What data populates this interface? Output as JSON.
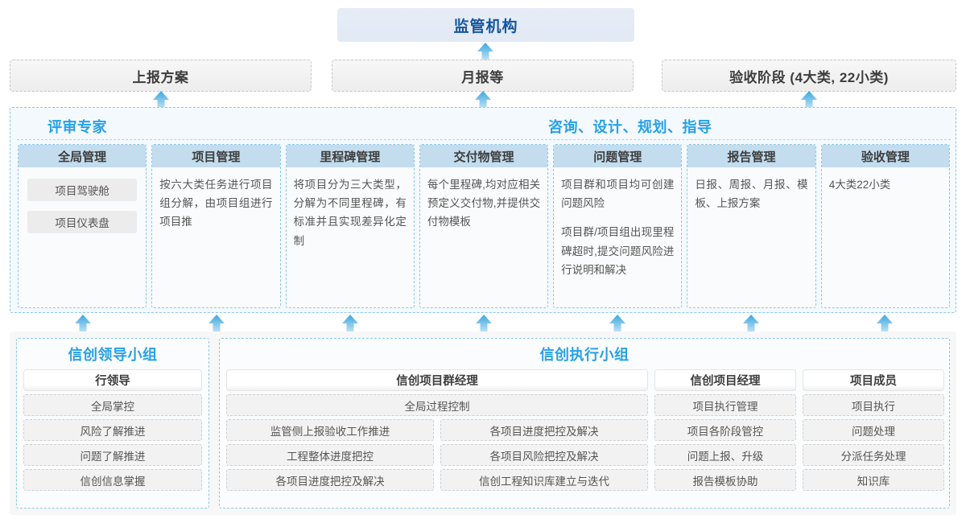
{
  "top": {
    "regulator": "监管机构",
    "reports": [
      "上报方案",
      "月报等",
      "验收阶段 (4大类, 22小类)"
    ]
  },
  "middle": {
    "banner_left": "评审专家",
    "banner_center": "咨询、设计、规划、指导",
    "columns": [
      {
        "header": "全局管理",
        "pills": [
          "项目驾驶舱",
          "项目仪表盘"
        ],
        "paragraphs": []
      },
      {
        "header": "项目管理",
        "pills": [],
        "paragraphs": [
          "按六大类任务进行项目组分解，由项目组进行项目推"
        ]
      },
      {
        "header": "里程碑管理",
        "pills": [],
        "paragraphs": [
          "将项目分为三大类型，分解为不同里程碑，有标准并且实现差异化定制"
        ]
      },
      {
        "header": "交付物管理",
        "pills": [],
        "paragraphs": [
          "每个里程碑,均对应相关预定义交付物,并提供交付物模板"
        ]
      },
      {
        "header": "问题管理",
        "pills": [],
        "paragraphs": [
          "项目群和项目均可创建问题风险",
          "项目群/项目组出现里程碑超时,提交问题风险进行说明和解决"
        ]
      },
      {
        "header": "报告管理",
        "pills": [],
        "paragraphs": [
          "日报、周报、月报、模板、上报方案"
        ]
      },
      {
        "header": "验收管理",
        "pills": [],
        "paragraphs": [
          "4大类22小类"
        ]
      }
    ]
  },
  "bottom": {
    "leader_group": {
      "title": "信创领导小组",
      "role": "行领导",
      "tasks": [
        "全局掌控",
        "风险了解推进",
        "问题了解推进",
        "信创信息掌握"
      ]
    },
    "exec_group": {
      "title": "信创执行小组",
      "group_manager": {
        "role": "信创项目群经理",
        "wide_task": "全局过程控制",
        "tasks_left": [
          "监管侧上报验收工作推进",
          "工程整体进度把控",
          "各项目进度把控及解决"
        ],
        "tasks_right": [
          "各项目进度把控及解决",
          "各项目风险把控及解决",
          "信创工程知识库建立与迭代"
        ]
      },
      "project_manager": {
        "role": "信创项目经理",
        "tasks": [
          "项目执行管理",
          "项目各阶段管控",
          "问题上报、升级",
          "报告模板协助"
        ]
      },
      "project_member": {
        "role": "项目成员",
        "tasks": [
          "项目执行",
          "问题处理",
          "分派任务处理",
          "知识库"
        ]
      }
    }
  },
  "colors": {
    "accent_blue": "#27a1e6",
    "header_blue": "#15559e",
    "col_head_bg": "#c3dcee",
    "arrow_top": "#3aa7e0",
    "arrow_bottom": "#cfe8f7"
  },
  "arrows": {
    "icon": "up-arrow-icon",
    "upper_count": 3,
    "lower_count": 7
  }
}
